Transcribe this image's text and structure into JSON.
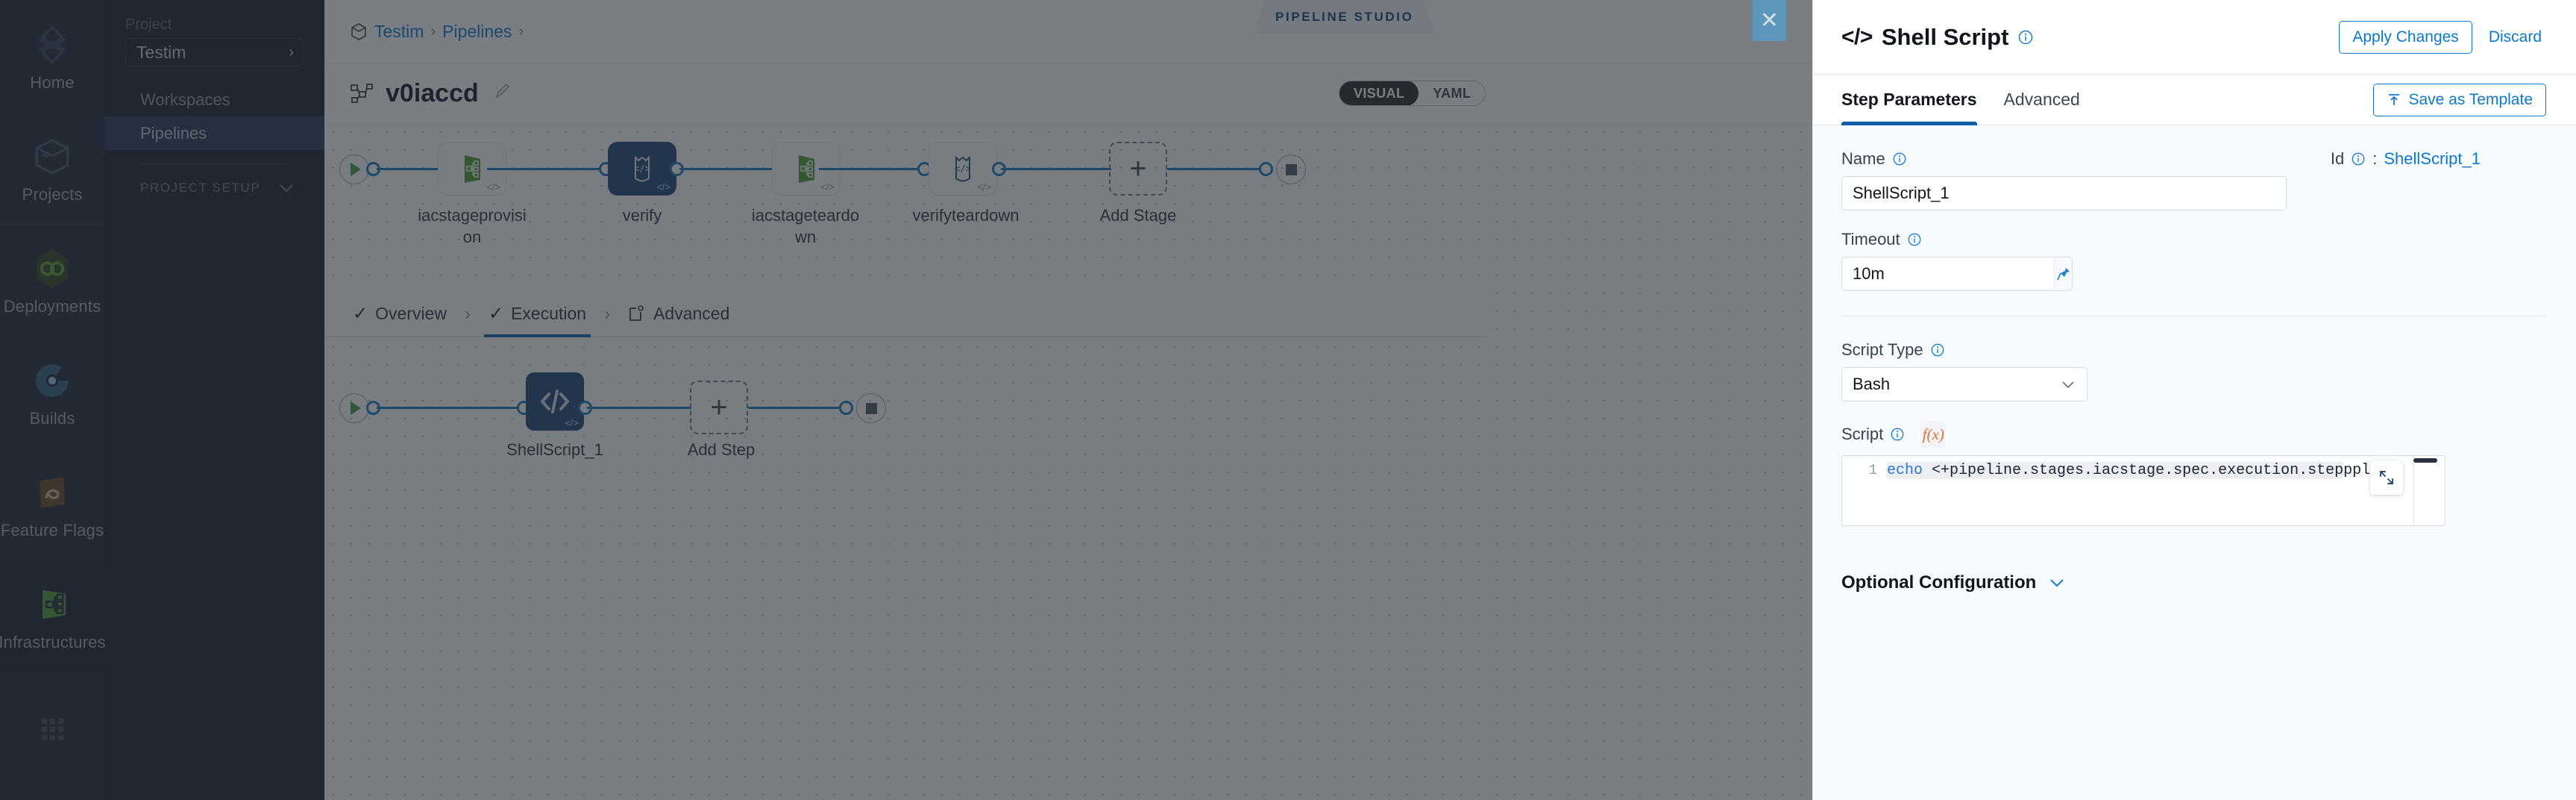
{
  "rail": {
    "items": [
      {
        "label": "Home",
        "icon": "home-clover-icon"
      },
      {
        "label": "Projects",
        "icon": "cube-icon"
      },
      {
        "label": "Deployments",
        "icon": "infinity-icon"
      },
      {
        "label": "Builds",
        "icon": "builds-icon"
      },
      {
        "label": "Feature Flags",
        "icon": "flag-icon"
      },
      {
        "label": "Infrastructures",
        "icon": "infrastructure-icon"
      }
    ],
    "grid_button": "apps-grid-icon"
  },
  "sidebar": {
    "project_label": "Project",
    "project_name": "Testim",
    "items": [
      {
        "label": "Workspaces",
        "active": false
      },
      {
        "label": "Pipelines",
        "active": true
      }
    ],
    "section_label": "PROJECT SETUP"
  },
  "header": {
    "breadcrumb": [
      "Testim",
      "Pipelines"
    ],
    "studio_tag": "PIPELINE STUDIO",
    "pipeline_name": "v0iaccd",
    "view_toggle": {
      "options": [
        "VISUAL",
        "YAML"
      ],
      "selected": "VISUAL"
    }
  },
  "graph": {
    "stages": [
      {
        "label": "iacstageprovision",
        "selected": false,
        "icon": "terraform-icon"
      },
      {
        "label": "verify",
        "selected": true,
        "icon": "verify-icon"
      },
      {
        "label": "iacstageteardown",
        "selected": false,
        "icon": "terraform-icon"
      },
      {
        "label": "verifyteardown",
        "selected": false,
        "icon": "verify-icon"
      }
    ],
    "add_stage_label": "Add Stage",
    "inner_tabs": [
      {
        "label": "Overview",
        "active": false,
        "check": true
      },
      {
        "label": "Execution",
        "active": true,
        "check": true
      },
      {
        "label": "Advanced",
        "active": false,
        "check": false
      }
    ],
    "steps": [
      {
        "label": "ShellScript_1",
        "selected": true,
        "icon": "code-icon"
      }
    ],
    "add_step_label": "Add Step"
  },
  "panel": {
    "icon": "code-brackets-icon",
    "title": "Shell Script",
    "apply_label": "Apply Changes",
    "discard_label": "Discard",
    "tabs": [
      {
        "label": "Step Parameters",
        "active": true
      },
      {
        "label": "Advanced",
        "active": false
      }
    ],
    "save_template_label": "Save as Template",
    "fields": {
      "name_label": "Name",
      "name_value": "ShellScript_1",
      "id_label": "Id",
      "id_separator": ":",
      "id_value": "ShellScript_1",
      "timeout_label": "Timeout",
      "timeout_value": "10m",
      "script_type_label": "Script Type",
      "script_type_value": "Bash",
      "script_label": "Script",
      "script_line_number": "1",
      "script_keyword": "echo",
      "script_code": " <+pipeline.stages.iacstage.spec.execution.step",
      "script_code_tail": "ppl"
    },
    "optional_config_label": "Optional Configuration"
  },
  "colors": {
    "accent_blue": "#0b79d0",
    "node_selected": "#1c4076",
    "edge_blue": "#0b7abf",
    "rail_bg": "#1b2637",
    "sidebar_bg": "#141d2b",
    "nav_active": "#1d3354",
    "terraform_green": "#4a9b33",
    "start_green": "#3e9c3e"
  }
}
